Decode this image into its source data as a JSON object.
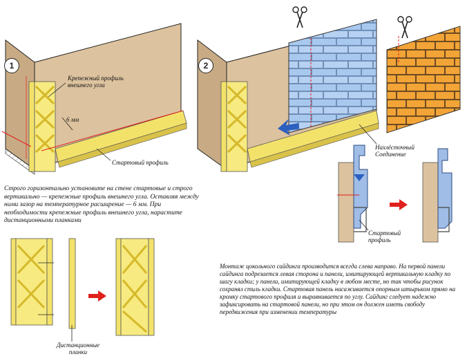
{
  "steps": {
    "step1": "1",
    "step2": "2"
  },
  "labels": {
    "corner_profile": "Крепежный профиль внешнего угла",
    "gap": "6 мм",
    "starter_profile_1": "Стартовый профиль",
    "joint": "Нахлёсточный Соединение",
    "starter_profile_2": "Стартовый профиль",
    "spacer_strips": "Дистанционные планки"
  },
  "notes": {
    "left": "Строго горизонтально установите на стене стартовые и строго вертикально — крепежные профиль внешнего угла. Оставляя между ними зазор на температурное расширение — 6 мм. При необходимости крепежные профиль внешнего угла, нарастите дистанционными планками",
    "right": "Монтаж цокольного сайдинга производится всегда слева направо. На первой панели сайдинга подрезается левая сторона и панели, имитирующей вертикальную кладку по шагу кладки; у панели, имитирующей кладку в любом месте, но так чтобы рисунок сохранял стиль кладки. Стартовая панель насаживается опорным штырьком прямо на кромку стартового профиля и выравнивается по углу. Сайдинг следует надежно зафиксировать на стартовой панели, но при этом он должен иметь свободу передвижения при изменении температуры"
  },
  "colors": {
    "wall": "#dcc29e",
    "profile": "#f3e26a",
    "brick": "#f2a437",
    "panel": "#a9c8ee",
    "accent": "#e0201c"
  }
}
